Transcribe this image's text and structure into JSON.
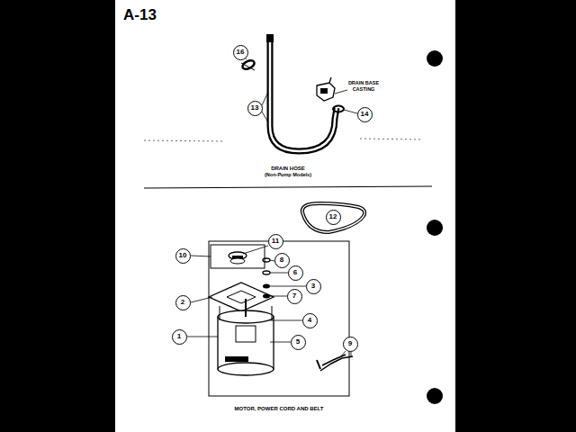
{
  "diagram": {
    "title": "A-13",
    "nodes": [
      {
        "text": [
          "16"
        ]
      },
      {
        "text": [
          "13"
        ]
      },
      {
        "text": [
          "14"
        ]
      },
      {
        "text": [
          "12"
        ]
      },
      {
        "text": [
          "11"
        ]
      },
      {
        "text": [
          "10"
        ]
      },
      {
        "text": [
          "8"
        ]
      },
      {
        "text": [
          "6"
        ]
      },
      {
        "text": [
          "3"
        ]
      },
      {
        "text": [
          "7"
        ]
      },
      {
        "text": [
          "2"
        ]
      },
      {
        "text": [
          "4"
        ]
      },
      {
        "text": [
          "1"
        ]
      },
      {
        "text": [
          "5"
        ]
      },
      {
        "text": [
          "9"
        ]
      }
    ],
    "labels": [
      "DRAIN BASE",
      "CASTING",
      "DRAIN HOSE",
      "(Non-Pump Models)",
      "MOTOR, POWER CORD AND BELT"
    ]
  }
}
